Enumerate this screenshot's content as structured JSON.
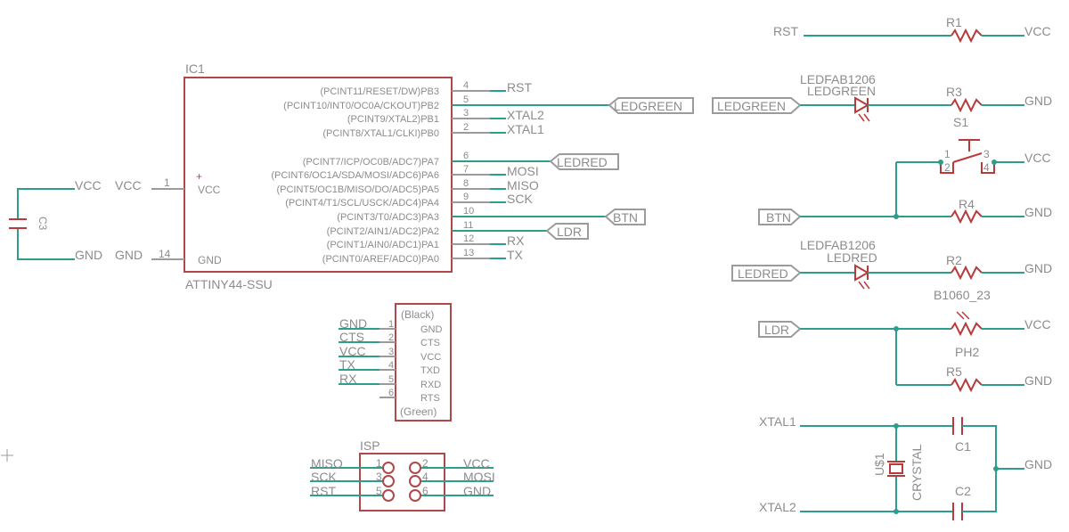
{
  "ic": {
    "name": "IC1",
    "part": "ATTINY44-SSU",
    "vcc_label": "VCC",
    "gnd_label": "GND",
    "vcc_pin": "1",
    "gnd_pin": "14",
    "pins": [
      {
        "func": "(PCINT11/RESET/DW)PB3",
        "num": "4",
        "net": "RST"
      },
      {
        "func": "(PCINT10/INT0/OC0A/CKOUT)PB2",
        "num": "5",
        "net": ""
      },
      {
        "func": "(PCINT9/XTAL2)PB1",
        "num": "3",
        "net": "XTAL2"
      },
      {
        "func": "(PCINT8/XTAL1/CLKI)PB0",
        "num": "2",
        "net": "XTAL1"
      },
      {
        "func": "(PCINT7/ICP/OC0B/ADC7)PA7",
        "num": "6",
        "net": ""
      },
      {
        "func": "(PCINT6/OC1A/SDA/MOSI/ADC6)PA6",
        "num": "7",
        "net": "MOSI"
      },
      {
        "func": "(PCINT5/OC1B/MISO/DO/ADC5)PA5",
        "num": "8",
        "net": "MISO"
      },
      {
        "func": "(PCINT4/T1/SCL/USCK/ADC4)PA4",
        "num": "9",
        "net": "SCK"
      },
      {
        "func": "(PCINT3/T0/ADC3)PA3",
        "num": "10",
        "net": ""
      },
      {
        "func": "(PCINT2/AIN1/ADC2)PA2",
        "num": "11",
        "net": ""
      },
      {
        "func": "(PCINT1/AIN0/ADC1)PA1",
        "num": "12",
        "net": "RX"
      },
      {
        "func": "(PCINT0/AREF/ADC0)PA0",
        "num": "13",
        "net": "TX"
      }
    ]
  },
  "flags": {
    "ledgreen": "LEDGREEN",
    "ledred": "LEDRED",
    "btn": "BTN",
    "ldr": "LDR"
  },
  "cap": {
    "name": "C3",
    "vcc": "VCC",
    "gnd": "GND",
    "vcc2": "VCC",
    "gnd2": "GND"
  },
  "ftdi": {
    "top": "(Black)",
    "bottom": "(Green)",
    "pins": [
      {
        "net": "GND",
        "num": "1",
        "func": "GND"
      },
      {
        "net": "CTS",
        "num": "2",
        "func": "CTS"
      },
      {
        "net": "VCC",
        "num": "3",
        "func": "VCC"
      },
      {
        "net": "TX",
        "num": "4",
        "func": "TXD"
      },
      {
        "net": "RX",
        "num": "5",
        "func": "RXD"
      },
      {
        "net": "",
        "num": "6",
        "func": "RTS"
      }
    ]
  },
  "isp": {
    "name": "ISP",
    "left": [
      {
        "net": "MISO",
        "num": "1"
      },
      {
        "net": "SCK",
        "num": "3"
      },
      {
        "net": "RST",
        "num": "5"
      }
    ],
    "right": [
      {
        "net": "VCC",
        "num": "2"
      },
      {
        "net": "MOSI",
        "num": "4"
      },
      {
        "net": "GND",
        "num": "6"
      }
    ]
  },
  "right": {
    "r1": {
      "left": "RST",
      "name": "R1",
      "right": "VCC"
    },
    "led_green": {
      "part": "LEDFAB1206",
      "name": "LEDGREEN",
      "flag": "LEDGREEN",
      "res": "R3",
      "right": "GND"
    },
    "s1": {
      "name": "S1",
      "p1": "1",
      "p2": "2",
      "p3": "3",
      "p4": "4",
      "right": "VCC"
    },
    "r4": {
      "flag": "BTN",
      "name": "R4",
      "right": "GND"
    },
    "led_red": {
      "part": "LEDFAB1206",
      "name": "LEDRED",
      "flag": "LEDRED",
      "res": "R2",
      "right": "GND"
    },
    "ph": {
      "part": "B1060_23",
      "flag": "LDR",
      "name": "PH2",
      "right": "VCC"
    },
    "r5": {
      "name": "R5",
      "right": "GND"
    },
    "xtal": {
      "x1": "XTAL1",
      "x2": "XTAL2",
      "c1": "C1",
      "c2": "C2",
      "u": "U$1",
      "crystal": "CRYSTAL",
      "gnd": "GND"
    }
  }
}
